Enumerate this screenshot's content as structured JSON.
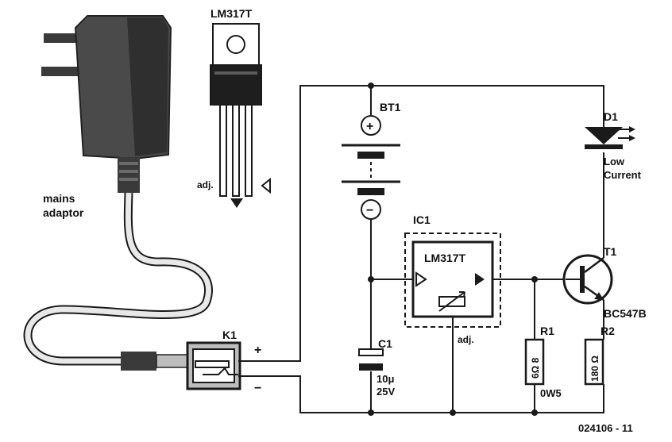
{
  "components": {
    "regulator_package": {
      "title": "LM317T",
      "pin_label": "adj."
    },
    "adaptor": {
      "label_line1": "mains",
      "label_line2": "adaptor"
    },
    "connector": {
      "ref": "K1",
      "plus": "+",
      "minus": "−"
    },
    "battery": {
      "ref": "BT1",
      "plus_symbol": "+",
      "minus_symbol": "−"
    },
    "ic": {
      "ref": "IC1",
      "part": "LM317T",
      "pin_label": "adj."
    },
    "capacitor": {
      "ref": "C1",
      "value": "10μ",
      "voltage": "25V"
    },
    "r1": {
      "ref": "R1",
      "value": "6Ω 8",
      "power": "0W5"
    },
    "r2": {
      "ref": "R2",
      "value": "180 Ω"
    },
    "led": {
      "ref": "D1",
      "note_line1": "Low",
      "note_line2": "Current"
    },
    "transistor": {
      "ref": "T1",
      "part": "BC547B"
    }
  },
  "figure_id": "024106 - 11"
}
